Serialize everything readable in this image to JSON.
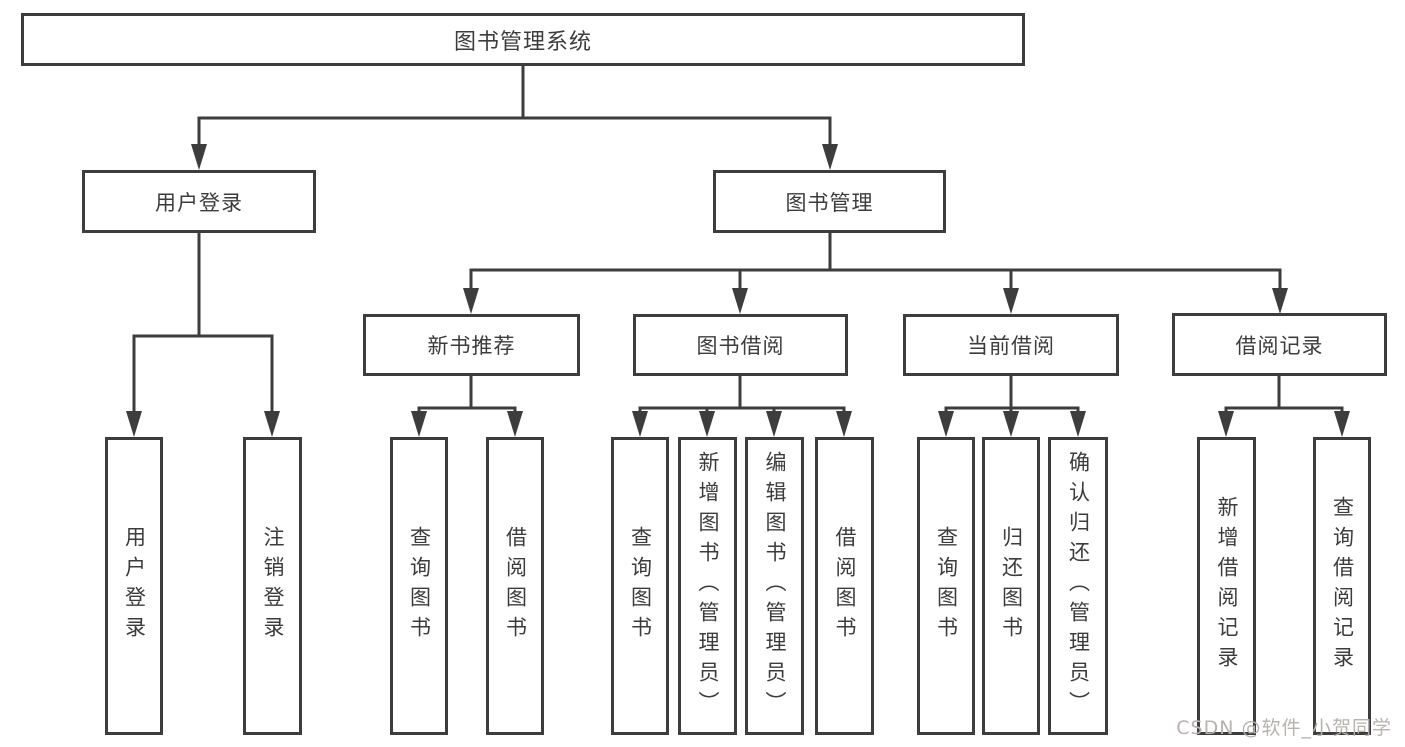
{
  "tree": {
    "root": "图书管理系统",
    "branches": [
      {
        "label": "用户登录",
        "children": [
          "用户登录",
          "注销登录"
        ]
      },
      {
        "label": "图书管理",
        "children": [
          {
            "label": "新书推荐",
            "children": [
              "查询图书",
              "借阅图书"
            ]
          },
          {
            "label": "图书借阅",
            "children": [
              "查询图书",
              "新增图书（管理员）",
              "编辑图书（管理员）",
              "借阅图书"
            ]
          },
          {
            "label": "当前借阅",
            "children": [
              "查询图书",
              "归还图书",
              "确认归还（管理员）"
            ]
          },
          {
            "label": "借阅记录",
            "children": [
              "新增借阅记录",
              "查询借阅记录"
            ]
          }
        ]
      }
    ]
  },
  "watermark": "CSDN @软件_小贺同学",
  "colors": {
    "line": "#3d3d3d",
    "text": "#3c3c3c",
    "watermark": "#b5b2b0",
    "background": "#ffffff"
  }
}
